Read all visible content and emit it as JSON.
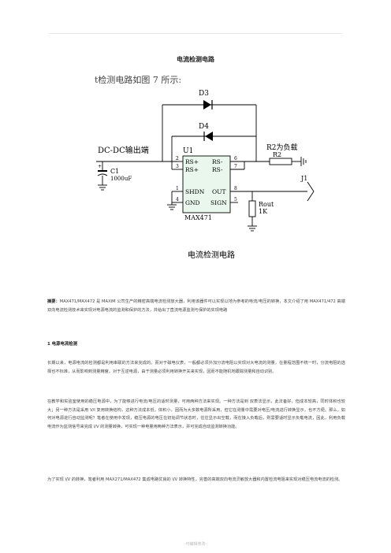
{
  "page": {
    "title": "电流检测电路",
    "footer": "-可编辑修改-"
  },
  "schematic": {
    "top_caption": "t检测电路如图 7 所示:",
    "dcdc_label": "DC-DC输出端",
    "chip_name": "U1",
    "chip_part": "MAX471",
    "pin_labels": [
      "RS+",
      "RS+",
      "RS-",
      "RS-",
      "SHDN",
      "OUT",
      "GND",
      "SIGN"
    ],
    "pin_numbers": [
      "2",
      "3",
      "6",
      "7",
      "1",
      "8",
      "4",
      "5"
    ],
    "d3": "D3",
    "d4": "D4",
    "r2_note": "R2为负载",
    "r2": "R2",
    "c1": "C1",
    "c1_value": "1000uF",
    "rout": "Rout",
    "rout_value": "1K",
    "j1": "J1",
    "caption": "电流检测电路"
  },
  "abstract": {
    "label": "摘要：",
    "text": "MAX471/MAX472 是 MAXIM 公司生产的精密高端电流检测放大器，利用该器件可以实现以地为参考的电流/电压的转换，本文介绍了用 MAX471/472 高端双向电流检测技术来实现对电源电流的监测和保护的方法，并给出了直流电源监测与保护的实现电路"
  },
  "section1": {
    "heading": "1  电源电流检测",
    "p1": "长期以来，电源电流的检测都是利用串联的方法来完成的。而对于磁电仪表，一般都必须外加分流电阻以实现对大电流的测量，在量程范围不统一时，分流电阻的选择也不标准，从而影响到测量精度。对于互逆电源，由于测量必须利用转换开关来实现，因而不能随机地跟踪测量和自动识别。",
    "p2": "在教学和实验室使用的稳压电源中，为了能够进行电流/电压的适时测量，可用两种方法来实现。一种方法是到 双表法显示，此法备好，但成本较高，同时体积也较大；另一种方法是采用 V/I 复用转换结构，这种方法成本低，体积小，因而为大多数电源所采用，但它在测量中需要对电压/电流进行转换显示，也不方便。那么，如何对电源进行自动监测呢？笔者在使用中发现，稳压电源的电压在初始调节状态时，往往显示出空载，而在接入负载后，则需要适时显示负载电流，因此，利用负载电流作为监测信号来完成 I/V 的测量转换，可实现一种电量用两种方法表示，并可完成自动监测转换功能。",
    "p3": "为了实现 I/V 的转换，笔者利用 MAX271/MAX472 集成电路优良的 I/V 转换特性，完善的高端双向电流灵敏放大器和内置检流电阻来实现对稳压电流电流的检测。"
  }
}
